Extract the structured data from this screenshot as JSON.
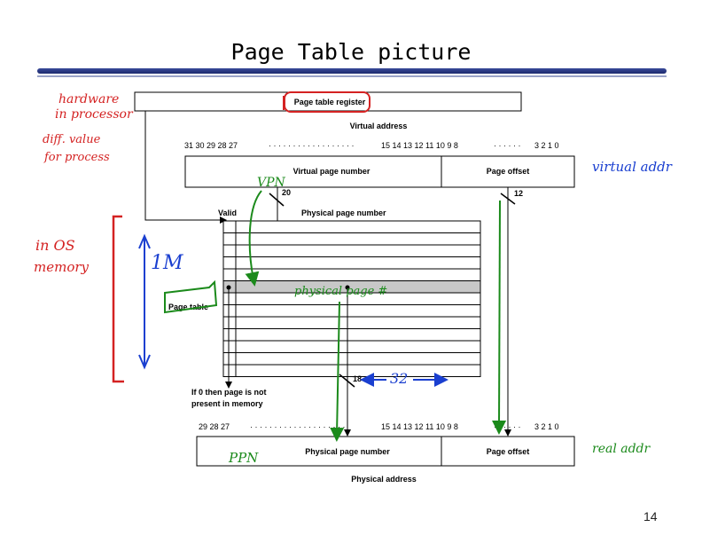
{
  "slide": {
    "title": "Page Table picture",
    "number": "14"
  },
  "diagram": {
    "page_table_register": "Page table register",
    "virtual_address": "Virtual address",
    "virtual_bits_left": "31  30  29  28  27",
    "virtual_bits_mid": "15  14  13  12  11  10  9  8",
    "virtual_bits_right": "3  2  1  0",
    "virtual_page_number": "Virtual page number",
    "page_offset": "Page offset",
    "vpn_width": "20",
    "offset_width": "12",
    "valid": "Valid",
    "physical_page_number_header": "Physical page number",
    "page_table": "Page table",
    "ppn_width": "18",
    "invalid_note_line1": "If 0 then page is not",
    "invalid_note_line2": "present in memory",
    "physical_bits_left": "29  28  27",
    "physical_bits_mid": "15  14  13  12  11  10  9  8",
    "physical_bits_right": "3  2  1  0",
    "physical_page_number": "Physical page number",
    "physical_offset": "Page offset",
    "physical_address": "Physical address"
  },
  "annotations": {
    "hardware_line1": "hardware",
    "hardware_line2": "in processor",
    "diff_line1": "diff. value",
    "diff_line2": "for process",
    "in_os_line1": "in OS",
    "in_os_line2": "memory",
    "one_m": "1M",
    "vpn": "VPN",
    "physical_page": "physical page #",
    "ppn": "PPN",
    "thirty_two": "32",
    "virtual_addr": "virtual addr",
    "real_addr": "real addr"
  },
  "colors": {
    "red_ink": "#d42222",
    "blue_ink": "#1a3fd0",
    "green_ink": "#1b8a1b",
    "title_rule": "#2a3a88",
    "highlight_row": "#c8c8c8"
  },
  "table": {
    "row_count": 13,
    "highlighted_row": 5
  }
}
